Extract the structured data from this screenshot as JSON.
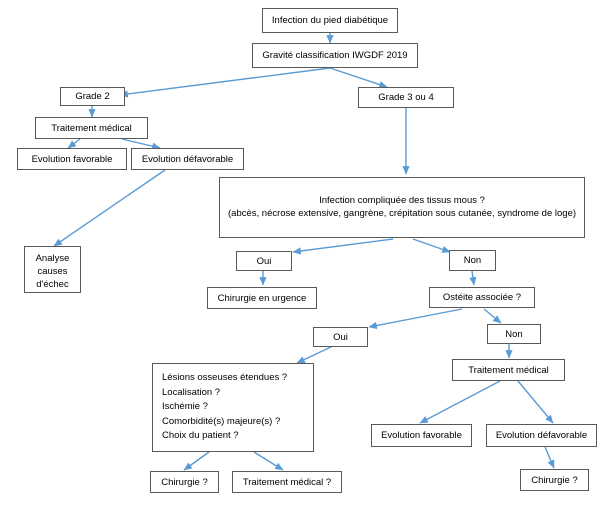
{
  "diagram": {
    "title": "Arbre decisionnel infection du pied diabetique",
    "colors": {
      "box_border": "#595959",
      "box_fill": "#ffffff",
      "arrow": "#5b9bd5",
      "text": "#000000",
      "background": "#ffffff"
    },
    "nodes": {
      "infection_pied": "Infection du pied diabétique",
      "gravite": "Gravité classification IWGDF 2019",
      "grade2": "Grade 2",
      "grade34": "Grade 3 ou 4",
      "traitement_medical_g2": "Traitement médical",
      "evolution_favorable_g2": "Evolution favorable",
      "evolution_defavorable_g2": "Evolution défavorable",
      "analyse_l1": "Analyse",
      "analyse_l2": "causes",
      "analyse_l3": "d'échec",
      "infection_compliquee_l1": "Infection compliquée des tissus mous ?",
      "infection_compliquee_l2": "(abcès, nécrose extensive, gangrène, crépitation sous cutanée, syndrome de loge)",
      "oui_tissus": "Oui",
      "non_tissus": "Non",
      "chirurgie_urgence": "Chirurgie en urgence",
      "osteite": "Ostéite associée ?",
      "oui_osteite": "Oui",
      "non_osteite": "Non",
      "criteres_l1": "Lésions osseuses étendues ?",
      "criteres_l2": "Localisation ?",
      "criteres_l3": "Ischémie ?",
      "criteres_l4": "Comorbidité(s) majeure(s) ?",
      "criteres_l5": "Choix du patient ?",
      "chirurgie_q": "Chirurgie ?",
      "traitement_medical_q": "Traitement médical ?",
      "traitement_medical_ost": "Traitement médical",
      "evolution_favorable_ost": "Evolution favorable",
      "evolution_defavorable_ost": "Evolution défavorable",
      "chirurgie_q2": "Chirurgie ?"
    }
  }
}
